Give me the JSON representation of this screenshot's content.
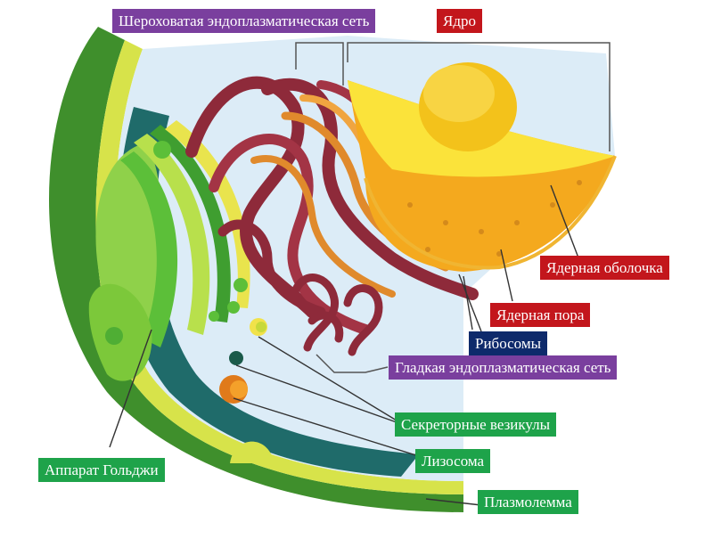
{
  "labels": {
    "rough_er": "Шероховатая эндоплазматическая сеть",
    "nucleus": "Ядро",
    "nuclear_envelope": "Ядерная оболочка",
    "nuclear_pore": "Ядерная пора",
    "ribosomes": "Рибосомы",
    "smooth_er": "Гладкая эндоплазматическая сеть",
    "secretory_vesicles": "Секреторные везикулы",
    "lysosome": "Лизосома",
    "golgi": "Аппарат Гольджи",
    "plasmalemma": "Плазмолемма"
  },
  "colors": {
    "purple_label": "#7a3f9e",
    "red_label": "#c3161c",
    "green_label": "#1ea34a",
    "navy_label": "#0e2a6b",
    "membrane_outer": "#3f8f2c",
    "membrane_yellow": "#d7e34a",
    "cytoplasm": "#d9ecf7",
    "nucleus": "#f3c21b",
    "rough_er": "#8e2a3a",
    "golgi": "#7cc83a"
  }
}
